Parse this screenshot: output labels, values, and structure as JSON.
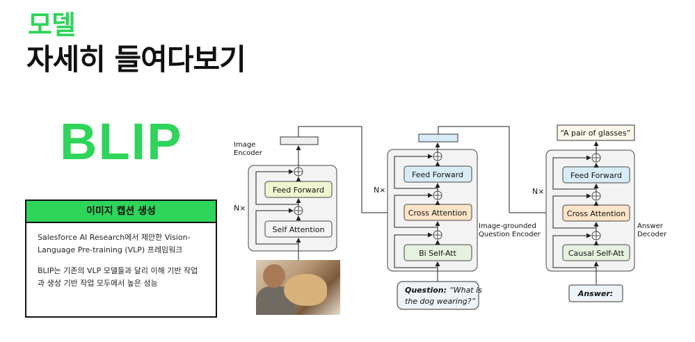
{
  "header": {
    "line1": "모델",
    "line2": "자세히 들여다보기"
  },
  "model_name": "BLIP",
  "card": {
    "title": "이미지 캡션 생성",
    "para1": "Salesforce AI Research에서 제안한 Vision-Language Pre-training (VLP) 프레임워크",
    "para2": "BLIP는 기존의 VLP 모델들과 달리 이해 기반 작업과 생성 기반 작업 모두에서 높은 성능"
  },
  "diagram": {
    "image_encoder": {
      "label_line1": "Image",
      "label_line2": "Encoder",
      "repeat": "N×",
      "blocks": [
        "Feed Forward",
        "Self Attention"
      ]
    },
    "question_encoder": {
      "label_line1": "Image-grounded",
      "label_line2": "Question Encoder",
      "repeat": "N×",
      "blocks": [
        "Feed Forward",
        "Cross Attention",
        "Bi Self-Att"
      ],
      "input_prefix": "Question:",
      "input_text1": "“What is",
      "input_text2": "the dog wearing?”"
    },
    "answer_decoder": {
      "label_line1": "Answer",
      "label_line2": "Decoder",
      "repeat": "N×",
      "blocks": [
        "Feed Forward",
        "Cross Attention",
        "Causal Self-Att"
      ],
      "input_text": "Answer:",
      "output_text": "“A pair of glasses”"
    },
    "colors": {
      "feed_forward_img": "#eef6cf",
      "feed_forward": "#d7ecf7",
      "cross_attention": "#fde3c8",
      "self_att": "#e6f2e0",
      "self_attention_img": "#f4f4f4"
    }
  }
}
